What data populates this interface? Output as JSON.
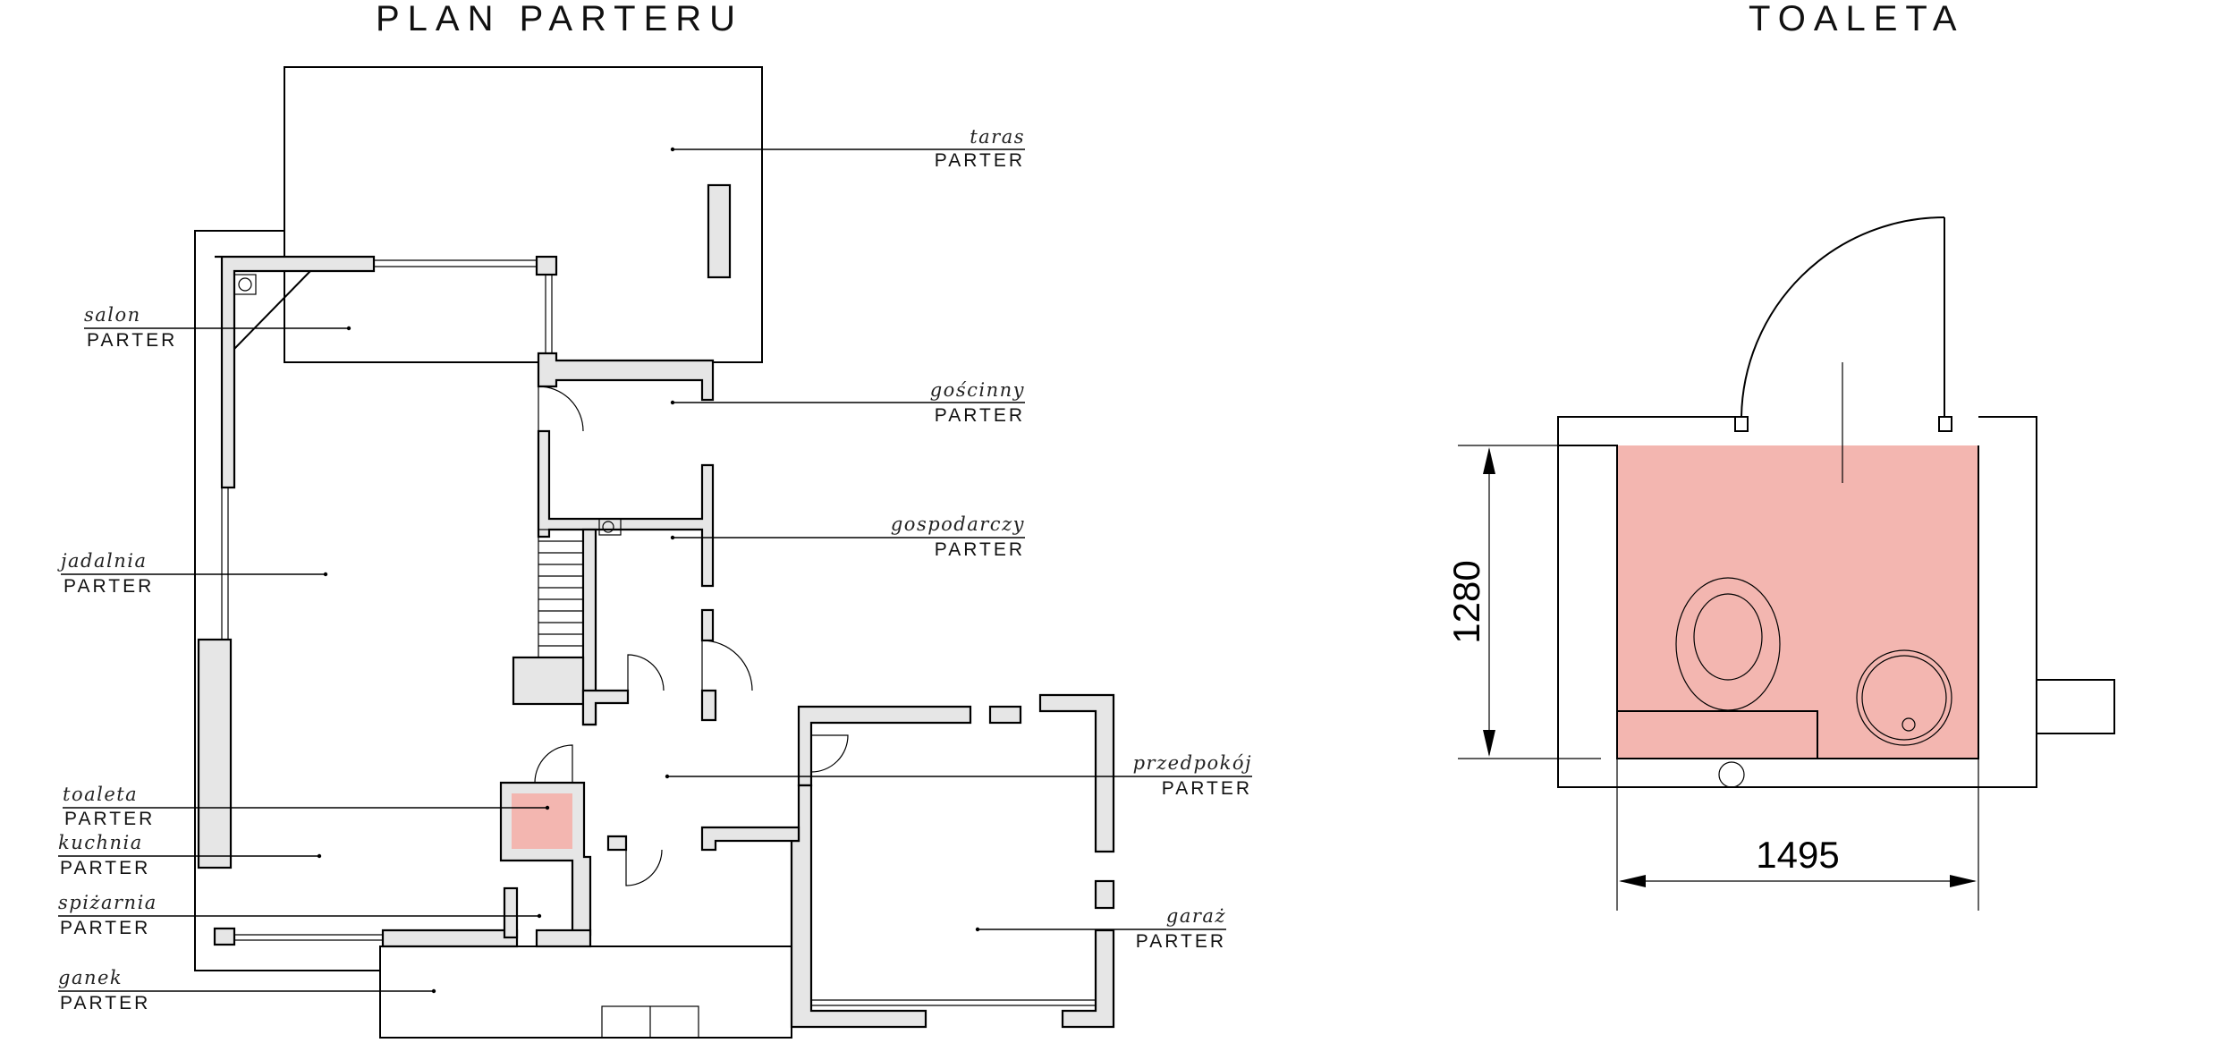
{
  "titles": {
    "plan": "PLAN PARTERU",
    "detail": "TOALETA"
  },
  "rooms": [
    {
      "key": "taras",
      "name": "taras",
      "level": "PARTER"
    },
    {
      "key": "salon",
      "name": "salon",
      "level": "PARTER"
    },
    {
      "key": "goscinny",
      "name": "gościnny",
      "level": "PARTER"
    },
    {
      "key": "gospodarczy",
      "name": "gospodarczy",
      "level": "PARTER"
    },
    {
      "key": "jadalnia",
      "name": "jadalnia",
      "level": "PARTER"
    },
    {
      "key": "przedpokoj",
      "name": "przedpokój",
      "level": "PARTER"
    },
    {
      "key": "toaleta",
      "name": "toaleta",
      "level": "PARTER"
    },
    {
      "key": "kuchnia",
      "name": "kuchnia",
      "level": "PARTER"
    },
    {
      "key": "spizarnia",
      "name": "spiżarnia",
      "level": "PARTER"
    },
    {
      "key": "garaz",
      "name": "garaż",
      "level": "PARTER"
    },
    {
      "key": "ganek",
      "name": "ganek",
      "level": "PARTER"
    }
  ],
  "dimensions": {
    "height": "1280",
    "width": "1495"
  },
  "colors": {
    "highlight": "#f3b6b0",
    "wall": "#e6e6e6",
    "line": "#000000"
  }
}
